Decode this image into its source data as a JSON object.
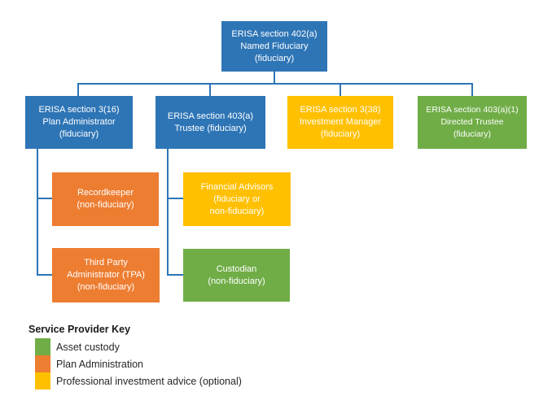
{
  "colors": {
    "blue": "#2E75B6",
    "orange": "#ED7D31",
    "yellow": "#FFC000",
    "green": "#70AD47",
    "connector": "#2E75B6"
  },
  "org_chart": {
    "nodes": {
      "named_fiduciary": {
        "label": "ERISA section 402(a)\nNamed Fiduciary\n(fiduciary)",
        "color": "#2E75B6"
      },
      "plan_administrator": {
        "label": "ERISA section 3(16)\nPlan Administrator\n(fiduciary)",
        "color": "#2E75B6"
      },
      "trustee": {
        "label": "ERISA section 403(a)\nTrustee (fiduciary)",
        "color": "#2E75B6"
      },
      "investment_manager": {
        "label": "ERISA section 3(38)\nInvestment Manager\n(fiduciary)",
        "color": "#FFC000"
      },
      "directed_trustee": {
        "label": "ERISA section 403(a)(1)\nDirected Trustee\n(fiduciary)",
        "color": "#70AD47"
      },
      "recordkeeper": {
        "label": "Recordkeeper\n(non-fiduciary)",
        "color": "#ED7D31"
      },
      "financial_advisors": {
        "label": "Financial Advisors\n(fiduciary or\nnon-fiduciary)",
        "color": "#FFC000"
      },
      "tpa": {
        "label": "Third Party\nAdministrator (TPA)\n(non-fiduciary)",
        "color": "#ED7D31"
      },
      "custodian": {
        "label": "Custodian\n(non-fiduciary)",
        "color": "#70AD47"
      }
    },
    "edges": [
      [
        "named_fiduciary",
        "plan_administrator"
      ],
      [
        "named_fiduciary",
        "trustee"
      ],
      [
        "named_fiduciary",
        "investment_manager"
      ],
      [
        "named_fiduciary",
        "directed_trustee"
      ],
      [
        "plan_administrator",
        "recordkeeper"
      ],
      [
        "plan_administrator",
        "tpa"
      ],
      [
        "trustee",
        "financial_advisors"
      ],
      [
        "trustee",
        "custodian"
      ]
    ]
  },
  "legend": {
    "title": "Service Provider Key",
    "items": [
      {
        "label": "Asset custody",
        "color": "#70AD47"
      },
      {
        "label": "Plan Administration",
        "color": "#ED7D31"
      },
      {
        "label": "Professional investment advice (optional)",
        "color": "#FFC000"
      }
    ]
  }
}
